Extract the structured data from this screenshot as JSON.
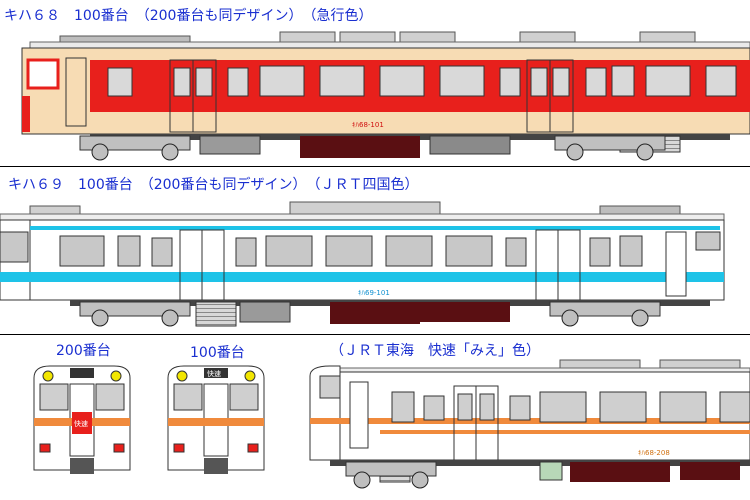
{
  "captions": {
    "row1": "キハ６８　100番台　（200番台も同デザイン）　（急行色）",
    "row2": "キハ６９　100番台　（200番台も同デザイン）　（ＪＲＴ四国色）",
    "row3_front_left": "200番台",
    "row3_front_right": "100番台",
    "row3_side": "（ＪＲＴ東海　快速「みえ」色）"
  },
  "car_numbers": {
    "row1": "ｷﾊ68-101",
    "row2": "ｷﾊ69-101",
    "row3": "ｷﾊ68-208"
  },
  "headboard_text": {
    "left": "快速",
    "right": "快速"
  },
  "colors": {
    "caption_blue": "#1a2fd0",
    "express_red": "#e8201c",
    "express_cream": "#f7dcb4",
    "shikoku_blue": "#1ec3e8",
    "tokai_orange": "#f08a3c",
    "body_white": "#ffffff",
    "window_gray": "#c8c8c8",
    "underfloor_maroon": "#5a0f12"
  }
}
